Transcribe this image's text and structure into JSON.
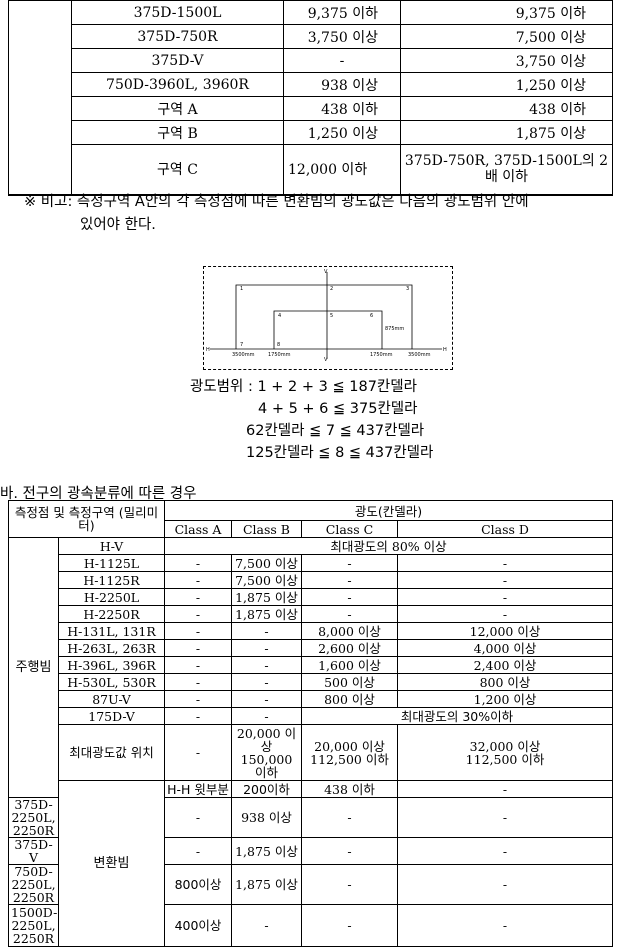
{
  "top_table": {
    "rows": [
      {
        "point": "375D-1500L",
        "col2": "9,375 이하",
        "col3": "9,375 이하"
      },
      {
        "point": "375D-750R",
        "col2": "3,750 이상",
        "col3": "7,500 이상"
      },
      {
        "point": "375D-V",
        "col2": "-",
        "col3": "3,750 이상"
      },
      {
        "point": "750D-3960L, 3960R",
        "col2": "938 이상",
        "col3": "1,250 이상"
      },
      {
        "point": "구역 A",
        "col2": "438 이하",
        "col3": "438 이하"
      },
      {
        "point": "구역 B",
        "col2": "1,250 이상",
        "col3": "1,875 이상"
      },
      {
        "point": "구역 C",
        "col2": "12,000 이하",
        "col3": "375D-750R, 375D-1500L의 2배 이하"
      }
    ]
  },
  "remark": {
    "line1": "※ 비고: 측정구역 A안의 각 측정점에 따른 변환빔의 광도값은 다음의 광도범위 안에",
    "line2": "있어야 한다."
  },
  "diagram": {
    "labels": {
      "v_top": "V",
      "v_bottom": "V",
      "h_left": "H",
      "h_right": "H",
      "p1": "1",
      "p2": "2",
      "p3": "3",
      "p4": "4",
      "p5": "5",
      "p6": "6",
      "p7": "7",
      "p8": "8",
      "d1": "3500mm",
      "d2": "1750mm",
      "d3": "1750mm",
      "d4": "3500mm",
      "h": "875mm"
    }
  },
  "range": {
    "line1": "광도범위 : 1 + 2 + 3 ≦ 187칸델라",
    "line2": "4 + 5 + 6 ≦ 375칸델라",
    "line3": "62칸델라 ≦ 7 ≦ 437칸델라",
    "line4": "125칸델라 ≦ 8 ≦ 437칸델라"
  },
  "section_heading": "바. 전구의 광속분류에 따른 경우",
  "bottom_table": {
    "header": {
      "point_col": "측정점 및 측정구역 (밀리미터)",
      "lum": "광도(칸델라)",
      "class_a": "Class A",
      "class_b": "Class B",
      "class_c": "Class C",
      "class_d": "Class D"
    },
    "group_driving": "주행빔",
    "group_passing": "변환빔",
    "driving": {
      "hv_point": "H-V",
      "hv_value": "최대광도의 80% 이상",
      "rows": [
        {
          "p": "H-1125L",
          "a": "-",
          "b": "7,500 이상",
          "c": "-",
          "d": "-"
        },
        {
          "p": "H-1125R",
          "a": "-",
          "b": "7,500 이상",
          "c": "-",
          "d": "-"
        },
        {
          "p": "H-2250L",
          "a": "-",
          "b": "1,875 이상",
          "c": "-",
          "d": "-"
        },
        {
          "p": "H-2250R",
          "a": "-",
          "b": "1,875 이상",
          "c": "-",
          "d": "-"
        },
        {
          "p": "H-131L, 131R",
          "a": "-",
          "b": "-",
          "c": "8,000 이상",
          "d": "12,000 이상"
        },
        {
          "p": "H-263L, 263R",
          "a": "-",
          "b": "-",
          "c": "2,600 이상",
          "d": "4,000 이상"
        },
        {
          "p": "H-396L, 396R",
          "a": "-",
          "b": "-",
          "c": "1,600 이상",
          "d": "2,400 이상"
        },
        {
          "p": "H-530L, 530R",
          "a": "-",
          "b": "-",
          "c": "500 이상",
          "d": "800 이상"
        },
        {
          "p": "87U-V",
          "a": "-",
          "b": "-",
          "c": "800 이상",
          "d": "1,200 이상"
        }
      ],
      "v175_point": "175D-V",
      "v175_a": "-",
      "v175_b": "-",
      "v175_cd": "최대광도의 30%이하",
      "max_point": "최대광도값 위치",
      "max_a": "-",
      "max_b": "20,000 이상 150,000 이하",
      "max_c": "20,000 이상 112,500 이하",
      "max_d": "32,000 이상 112,500 이하"
    },
    "passing": {
      "rows": [
        {
          "p": "H-H 윗부분",
          "a": "200이하",
          "b": "438 이하",
          "c": "-",
          "d": "-"
        },
        {
          "p": "375D-2250L, 2250R",
          "a": "-",
          "b": "938 이상",
          "c": "-",
          "d": "-"
        },
        {
          "p": "375D-V",
          "a": "-",
          "b": "1,875 이상",
          "c": "-",
          "d": "-"
        },
        {
          "p": "750D-2250L, 2250R",
          "a": "800이상",
          "b": "1,875 이상",
          "c": "-",
          "d": "-"
        },
        {
          "p": "1500D-2250L, 2250R",
          "a": "400이상",
          "b": "-",
          "c": "-",
          "d": "-"
        }
      ]
    }
  }
}
